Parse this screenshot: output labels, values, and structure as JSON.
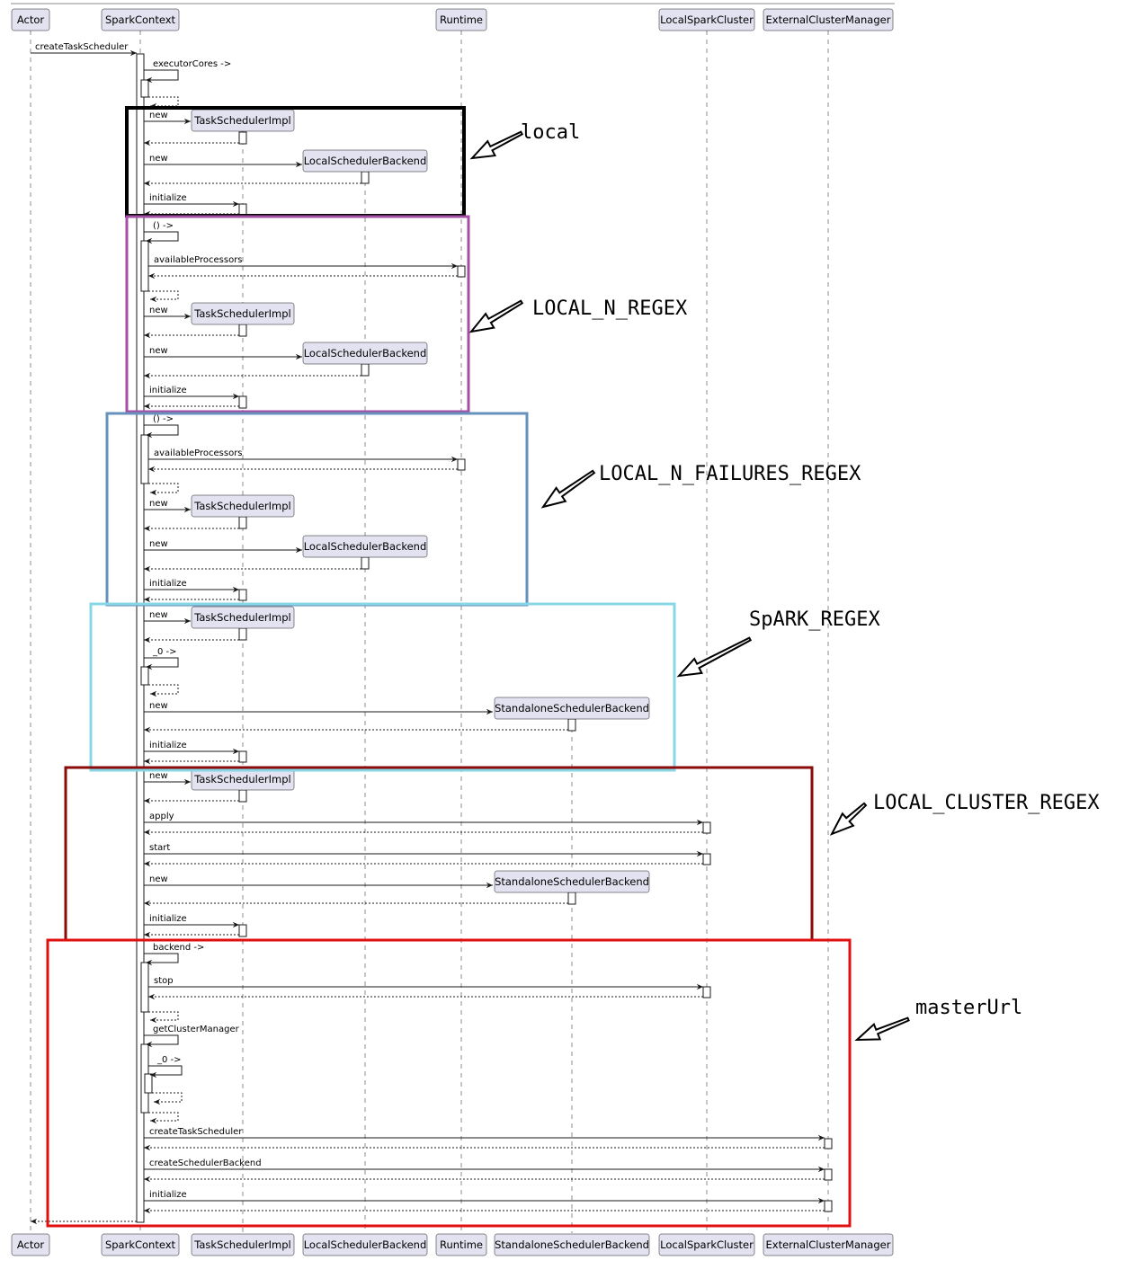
{
  "participants": [
    {
      "id": "actor",
      "label": "Actor"
    },
    {
      "id": "sc",
      "label": "SparkContext"
    },
    {
      "id": "tsi",
      "label": "TaskSchedulerImpl"
    },
    {
      "id": "lsb",
      "label": "LocalSchedulerBackend"
    },
    {
      "id": "rt",
      "label": "Runtime"
    },
    {
      "id": "ssb",
      "label": "StandaloneSchedulerBackend"
    },
    {
      "id": "lsc",
      "label": "LocalSparkCluster"
    },
    {
      "id": "ecm",
      "label": "ExternalClusterManager"
    }
  ],
  "messages": {
    "create_task_scheduler": "createTaskScheduler",
    "executor_cores": "executorCores ->",
    "new": "new",
    "initialize": "initialize",
    "lambda": "() ->",
    "available_processors": "availableProcessors",
    "lambda_0": "_0 ->",
    "apply": "apply",
    "start": "start",
    "backend_lambda": "backend ->",
    "stop": "stop",
    "get_cluster_manager": "getClusterManager",
    "create_scheduler_backend": "createSchedulerBackend"
  },
  "annotations": {
    "local": {
      "label": "local",
      "color": "#000000"
    },
    "local_n": {
      "label": "LOCAL_N_REGEX",
      "color": "#a54ea5"
    },
    "local_n_failures": {
      "label": "LOCAL_N_FAILURES_REGEX",
      "color": "#6691bd"
    },
    "spark": {
      "label": "SpARK_REGEX",
      "color": "#88d7e6"
    },
    "local_cluster": {
      "label": "LOCAL_CLUSTER_REGEX",
      "color": "#8b0a0a"
    },
    "master_url": {
      "label": "masterUrl",
      "color": "#e01010"
    }
  }
}
